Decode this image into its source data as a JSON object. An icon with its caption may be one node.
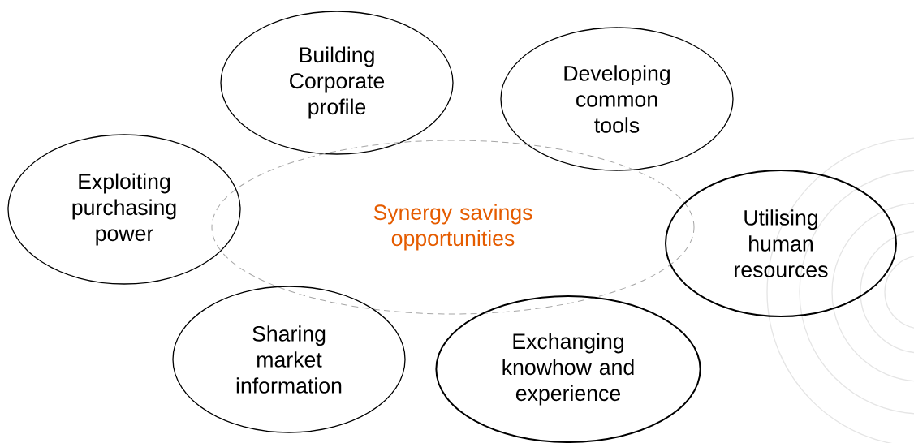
{
  "diagram": {
    "nodes": [
      {
        "text": [
          "Building Corporate profile"
        ]
      },
      {
        "text": [
          "Developing common tools"
        ]
      },
      {
        "text": [
          "Exploiting purchasing power"
        ]
      },
      {
        "text": [
          "Synergy savings opportunities"
        ]
      },
      {
        "text": [
          "Utilising human resources"
        ]
      },
      {
        "text": [
          "Sharing market information"
        ]
      },
      {
        "text": [
          "Exchanging knowhow and experience"
        ]
      }
    ]
  }
}
